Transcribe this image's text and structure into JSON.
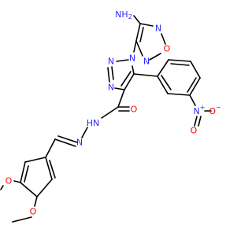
{
  "colors": {
    "nitrogen": "#2828ff",
    "oxygen": "#ff0000",
    "carbon": "#000000",
    "background": "#ffffff"
  },
  "atoms": {
    "nh2": "NH2",
    "furazan_n_top": "N",
    "furazan_o": "O",
    "furazan_n_bottom": "N",
    "triazole_n1": "N",
    "triazole_n2": "N",
    "triazole_n3": "N",
    "amide_o": "O",
    "hydrazide_nh": "N",
    "hydrazide_h": "H",
    "imine_n": "N",
    "nitro_n": "N",
    "nitro_plus": "+",
    "nitro_o_double": "O",
    "nitro_o_minus": "O",
    "nitro_minus": "−",
    "methoxy_o_upper": "O",
    "methoxy_o_lower": "O"
  }
}
